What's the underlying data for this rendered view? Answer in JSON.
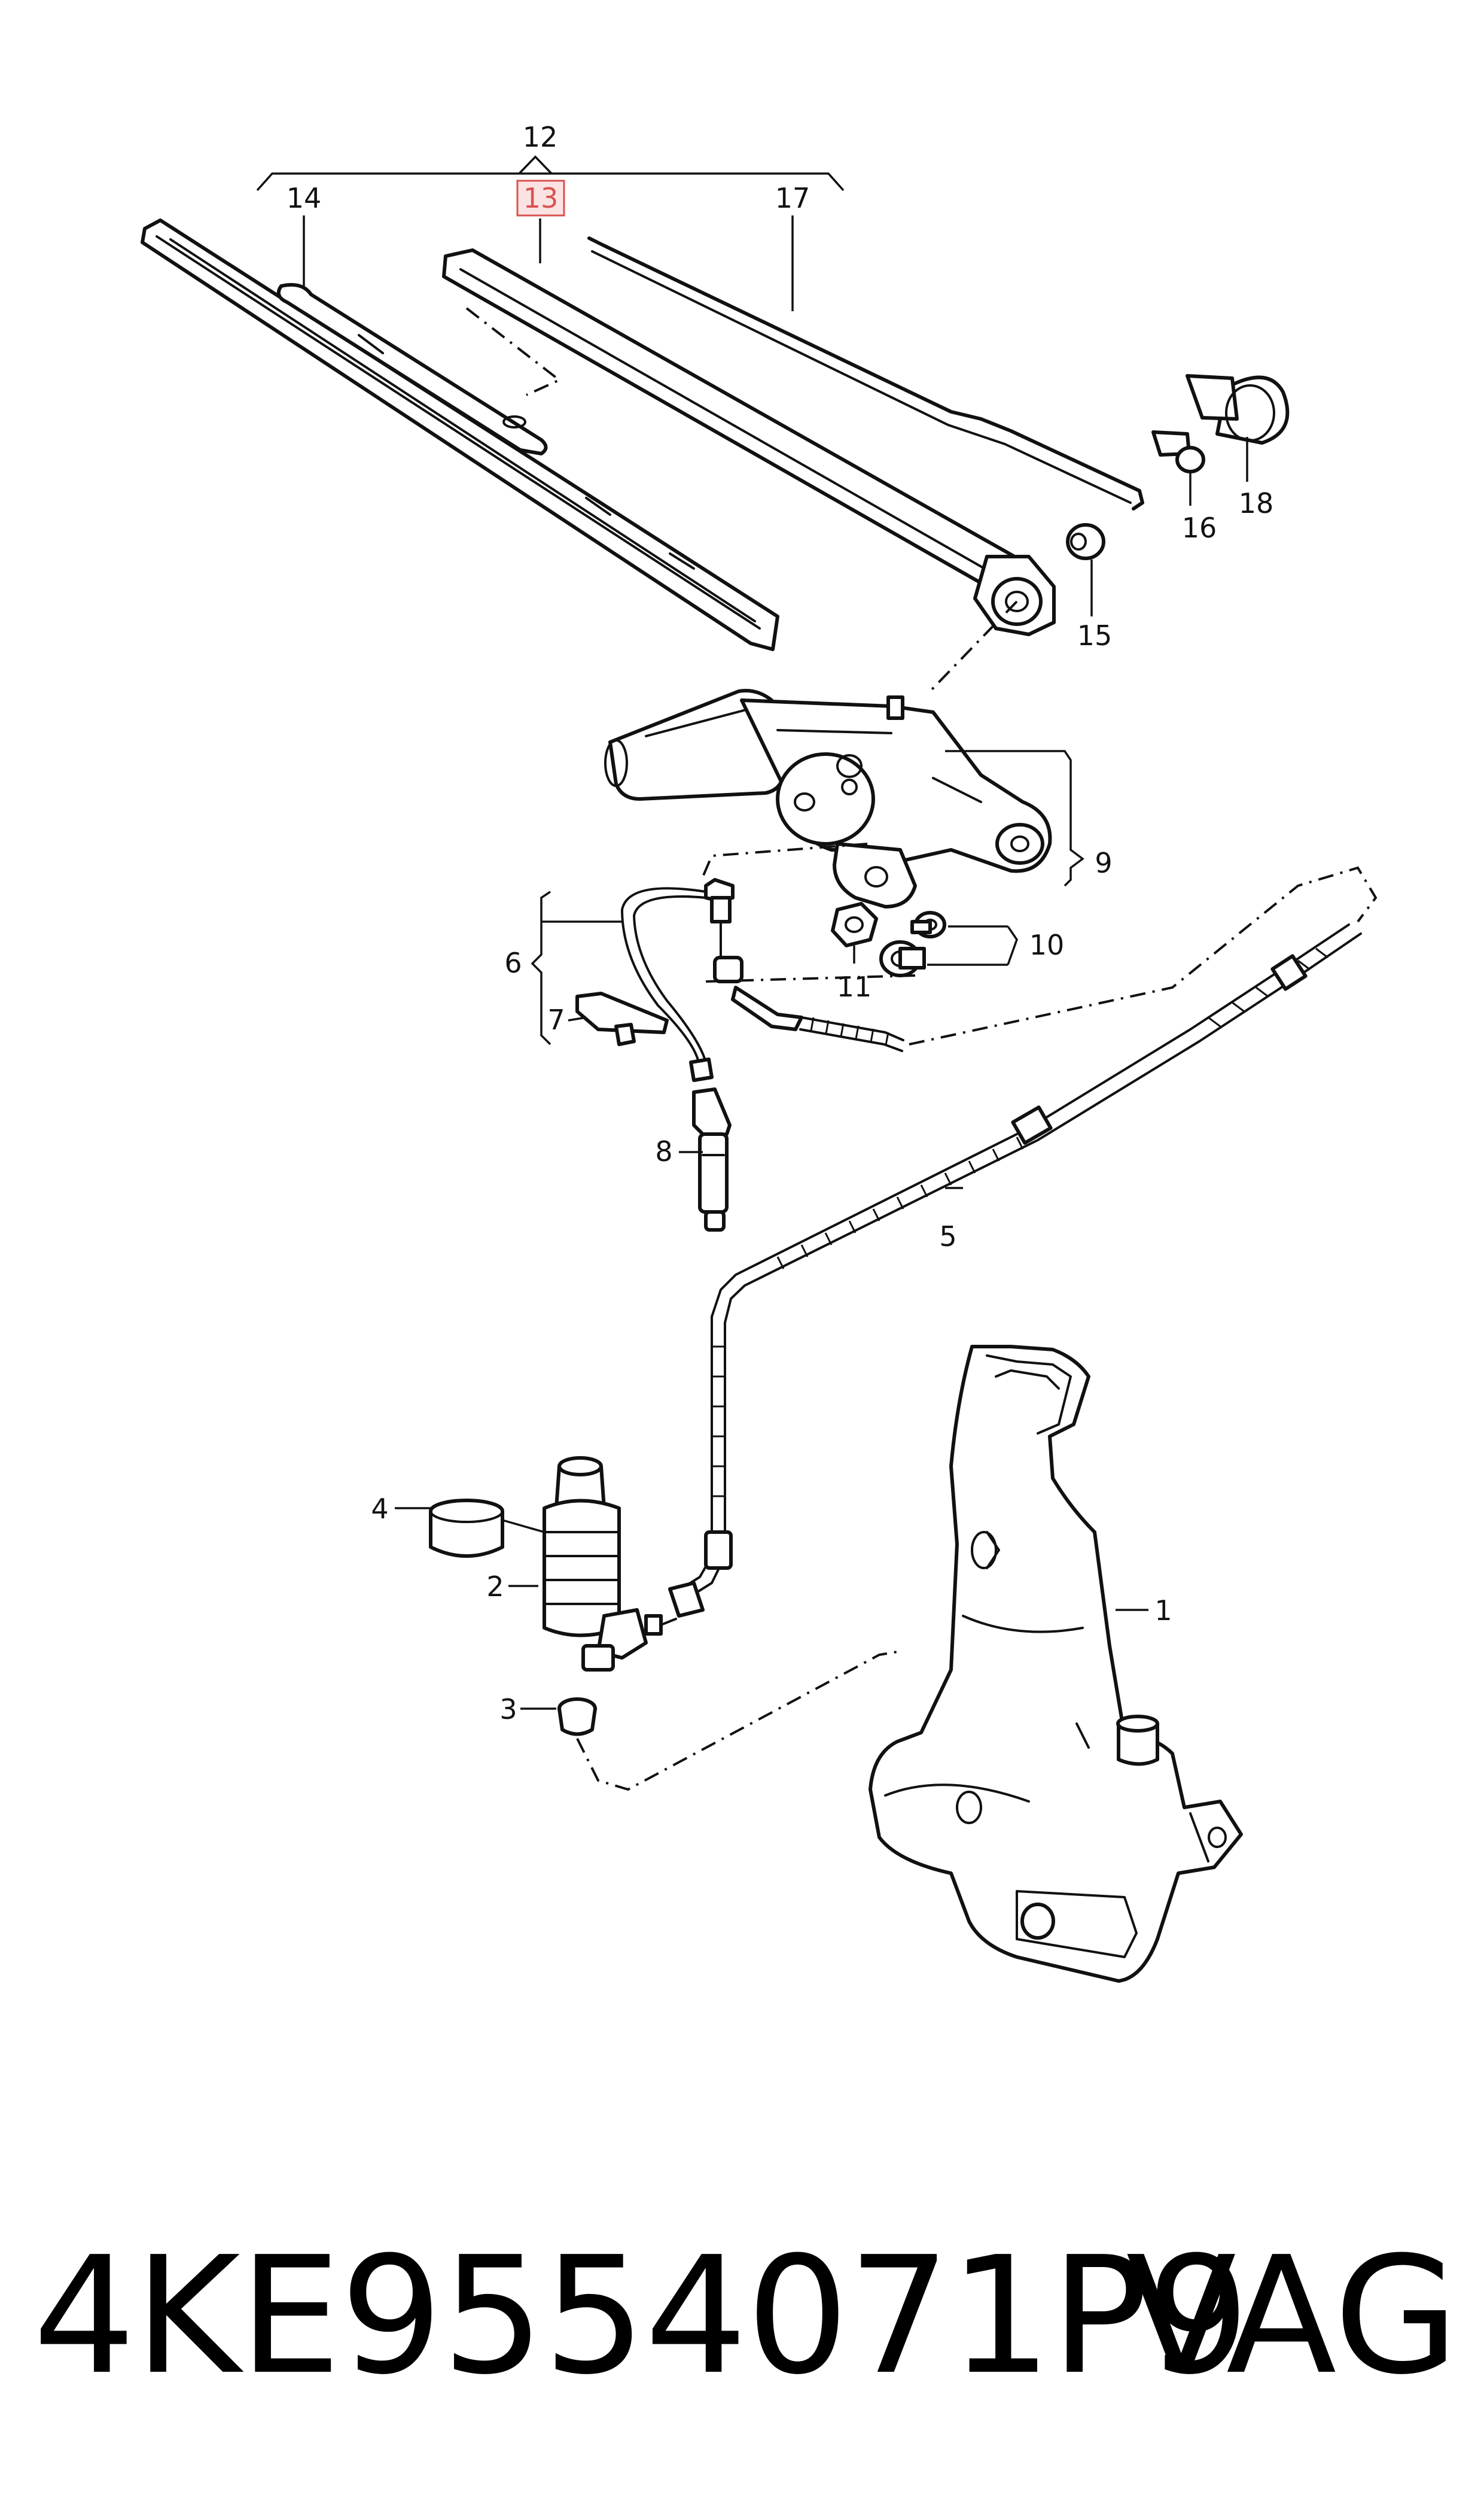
{
  "diagram": {
    "callouts": {
      "c1": "1",
      "c2": "2",
      "c3": "3",
      "c4": "4",
      "c5": "5",
      "c6": "6",
      "c7": "7",
      "c8": "8",
      "c9": "9",
      "c10": "10",
      "c11": "11",
      "c12": "12",
      "c13": "13",
      "c14": "14",
      "c15": "15",
      "c16": "16",
      "c17": "17",
      "c18": "18"
    },
    "highlighted_callout": "13",
    "highlight_color": "#d9534f"
  },
  "caption": {
    "part_number": "4KE9554071P9",
    "brand": "VAG"
  }
}
